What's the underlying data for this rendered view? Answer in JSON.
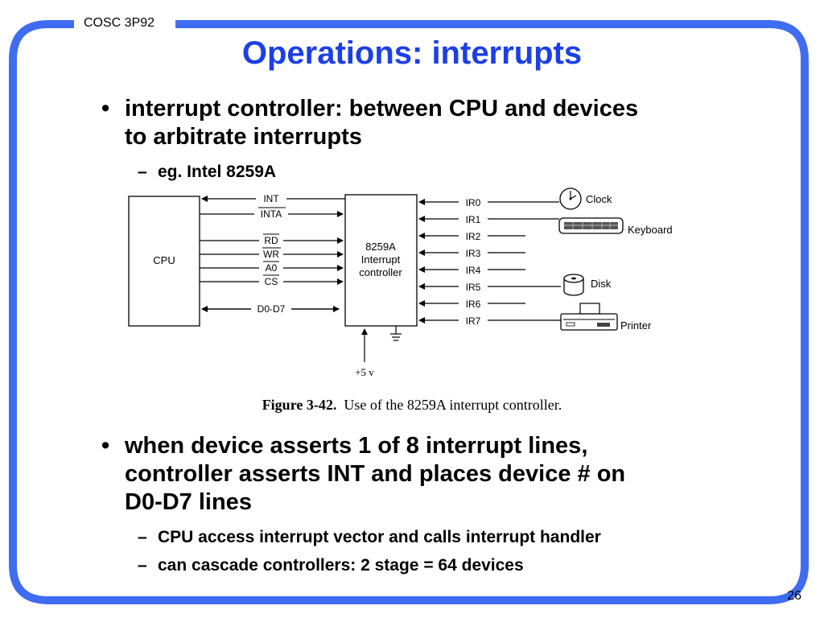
{
  "header": {
    "course": "COSC 3P92",
    "title": "Operations:  interrupts"
  },
  "colors": {
    "frame": "#3f6cf0",
    "title": "#1c3fe6"
  },
  "bullets": [
    {
      "text": "interrupt controller:  between CPU and devices to arbitrate interrupts",
      "line1": "interrupt controller:  between CPU and devices",
      "line2": "to arbitrate interrupts",
      "sub": [
        "eg. Intel 8259A"
      ]
    },
    {
      "text": "when device asserts 1 of 8 interrupt lines, controller asserts INT and places device # on D0-D7 lines",
      "line1": "when device asserts 1 of 8 interrupt lines,",
      "line2": "controller asserts INT and places device # on",
      "line3": "D0-D7 lines",
      "sub": [
        "CPU access interrupt vector and calls interrupt handler",
        "can cascade controllers: 2 stage = 64 devices"
      ]
    }
  ],
  "diagram": {
    "cpu_label": "CPU",
    "controller_label": [
      "8259A",
      "Interrupt",
      "controller"
    ],
    "cpu_lines": [
      "INT",
      "INTA",
      "RD",
      "WR",
      "A0",
      "CS",
      "D0-D7"
    ],
    "irq_lines": [
      "IR0",
      "IR1",
      "IR2",
      "IR3",
      "IR4",
      "IR5",
      "IR6",
      "IR7"
    ],
    "devices": [
      "Clock",
      "Keyboard",
      "Disk",
      "Printer"
    ],
    "power": "+5 v"
  },
  "caption": {
    "figure": "Figure 3-42.",
    "text": "Use of the 8259A interrupt controller."
  },
  "page_number": "26"
}
